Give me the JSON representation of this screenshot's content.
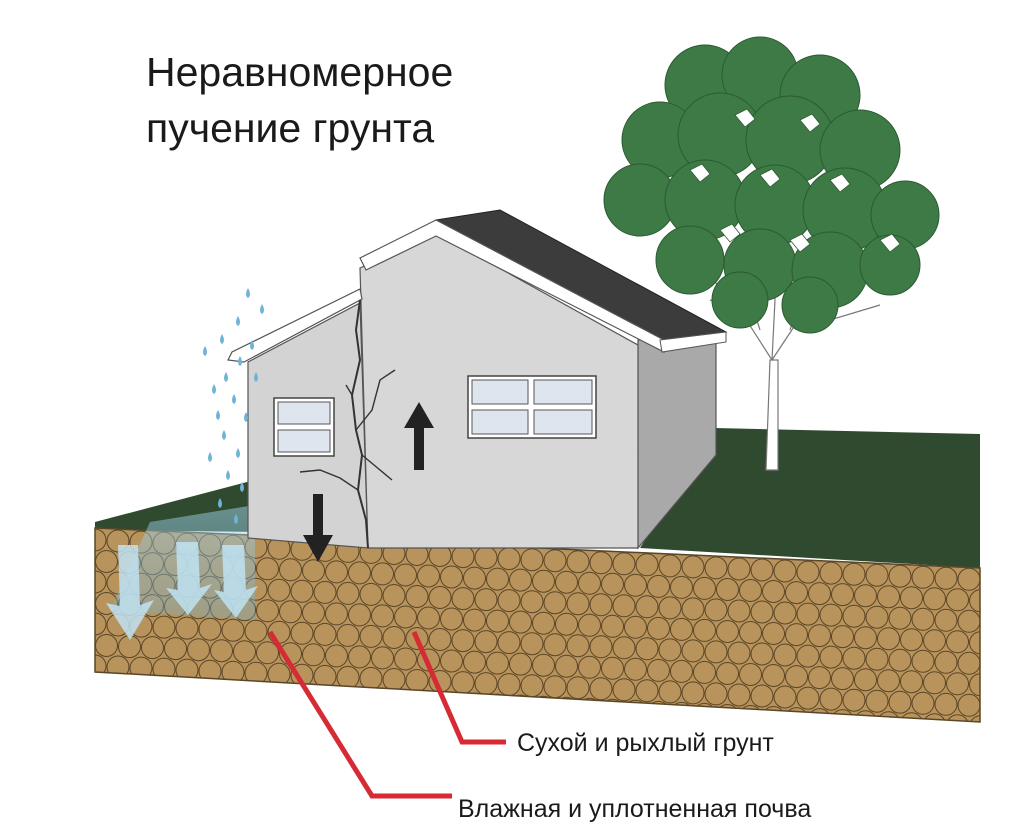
{
  "title": {
    "line1": "Неравномерное",
    "line2": "пучение грунта"
  },
  "labels": {
    "dry_soil": "Сухой и рыхлый грунт",
    "wet_soil": "Влажная и уплотненная почва"
  },
  "colors": {
    "soil": "#b8935b",
    "soil_circle_stroke": "#5a4628",
    "grass": "#2f4a2f",
    "wall_front": "#d3d3d3",
    "wall_side": "#a9a9a9",
    "roof": "#3c3c3c",
    "trim": "#ffffff",
    "tree_foliage": "#3d7a45",
    "rain": "#6fb3d6",
    "pointer": "#d62b35",
    "arrow": "#222222"
  },
  "icons": {
    "up_arrow": "arrow-up-icon",
    "down_arrow": "arrow-down-icon",
    "rain": "raindrop-icon"
  }
}
